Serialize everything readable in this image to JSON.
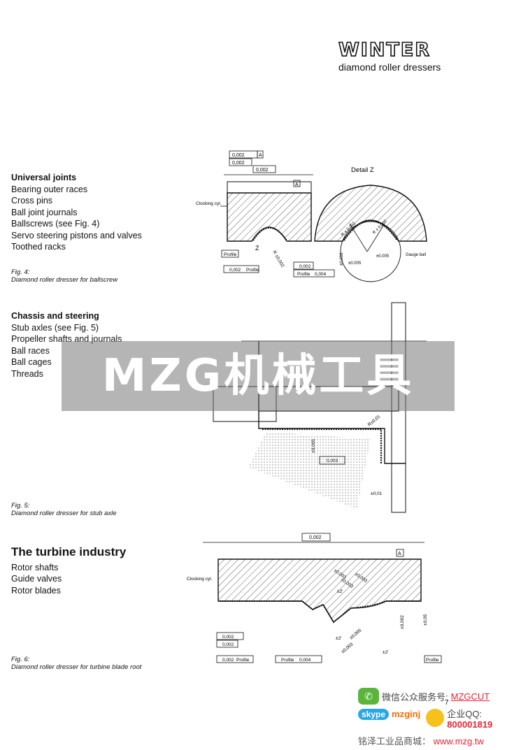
{
  "header": {
    "logo_text": "WINTER",
    "tagline": "diamond roller dressers"
  },
  "sections": [
    {
      "title": "Universal joints",
      "items": [
        "Bearing outer races",
        "Cross pins",
        "Ball joint journals",
        "Ballscrews (see Fig. 4)",
        "Servo steering pistons and valves",
        "Toothed racks"
      ],
      "fig_label": "Fig. 4:",
      "fig_caption": "Diamond roller dresser for ballscrew"
    },
    {
      "title": "Chassis and steering",
      "items": [
        "Stub axles (see Fig. 5)",
        "Propeller shafts and journals",
        "Ball races",
        "Ball cages",
        "Threads"
      ],
      "fig_label": "Fig. 5:",
      "fig_caption": "Diamond roller dresser for stub axle"
    },
    {
      "title": "The turbine industry",
      "items": [
        "Rotor shafts",
        "Guide valves",
        "Rotor blades"
      ],
      "fig_label": "Fig. 6:",
      "fig_caption": "Diamond roller dresser for turbine blade root"
    }
  ],
  "fig4": {
    "tol_runout": "0,002",
    "tol_datum_a": "A",
    "tol_flat": "0,002",
    "tol_parallel": "0,002",
    "clocking": "Clocking cyl.",
    "profile": "Profile",
    "profile_tol": "0,002",
    "z_mark": "Z",
    "radius": "R ±0,002",
    "round_tol": "0,002",
    "profile_tol2": "0,004",
    "detail_title": "Detail Z",
    "r_left": "R ± 0,002",
    "r_right": "R ± 0,002",
    "dim_v": "±0,003",
    "dim_h1": "±0,005",
    "dim_h2": "±0,005",
    "gauge": "Gauge ball"
  },
  "fig5": {
    "r": "R±0,01",
    "dim_v": "±0,005",
    "tol": "0,003",
    "dim_h": "±0,01"
  },
  "fig6": {
    "parallel": "0,002",
    "datum": "A",
    "clocking": "Clocking cyl.",
    "t1": "±0,003",
    "t2": "±0,003",
    "t3": "±0,003",
    "ang1": "±2'",
    "ang2": "±2'",
    "ang3": "±2'",
    "t4": "±0,005",
    "t5": "±0,003",
    "v1": "±0,002",
    "v2": "±0,05",
    "run": "0,002",
    "flat": "0,002",
    "profile": "Profile",
    "run2": "0,002",
    "profile_lbl": "Profile",
    "profile_tol": "0,004",
    "profile_right": "Profile"
  },
  "watermark": {
    "text": "MZG机械工具"
  },
  "footer": {
    "page_number": "7",
    "wechat_label": "微信公众服务号:",
    "wechat_id": "MZGCUT",
    "qq_label": "企业QQ:",
    "qq_number": "800001819",
    "skype_label": "skype",
    "skype_id": "mzginj",
    "shop_label": "铭泽工业品商城：",
    "shop_url": "www.mzg.tw"
  }
}
